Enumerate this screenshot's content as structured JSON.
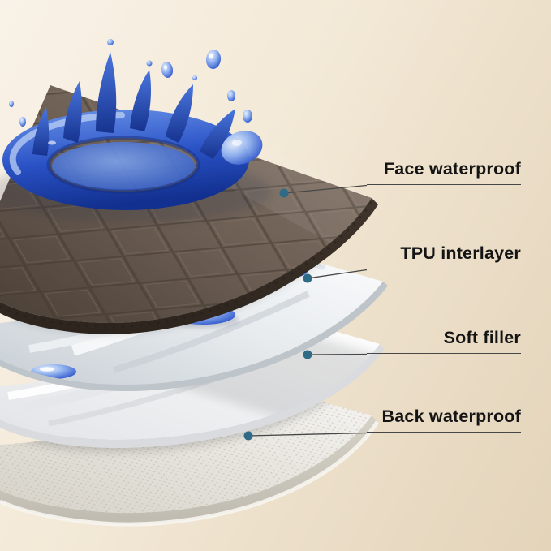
{
  "page": {
    "type": "product-layer-diagram"
  },
  "background": {
    "gradient_from": "#f9f2e8",
    "gradient_mid": "#f0e6d3",
    "gradient_to": "#e3d4ba"
  },
  "callouts": {
    "line_color": "#474747",
    "dot_color": "#2f6b86",
    "text_color": "#141414"
  },
  "layers": [
    {
      "label": "Face waterproof",
      "material_color": "#73655a"
    },
    {
      "label": "TPU interlayer",
      "material_color": "#e9edf0"
    },
    {
      "label": "Soft filler",
      "material_color": "#f7f7f8"
    },
    {
      "label": "Back waterproof",
      "material_color": "#eeede8"
    }
  ],
  "splash": {
    "water_color": "#2a52c6"
  }
}
